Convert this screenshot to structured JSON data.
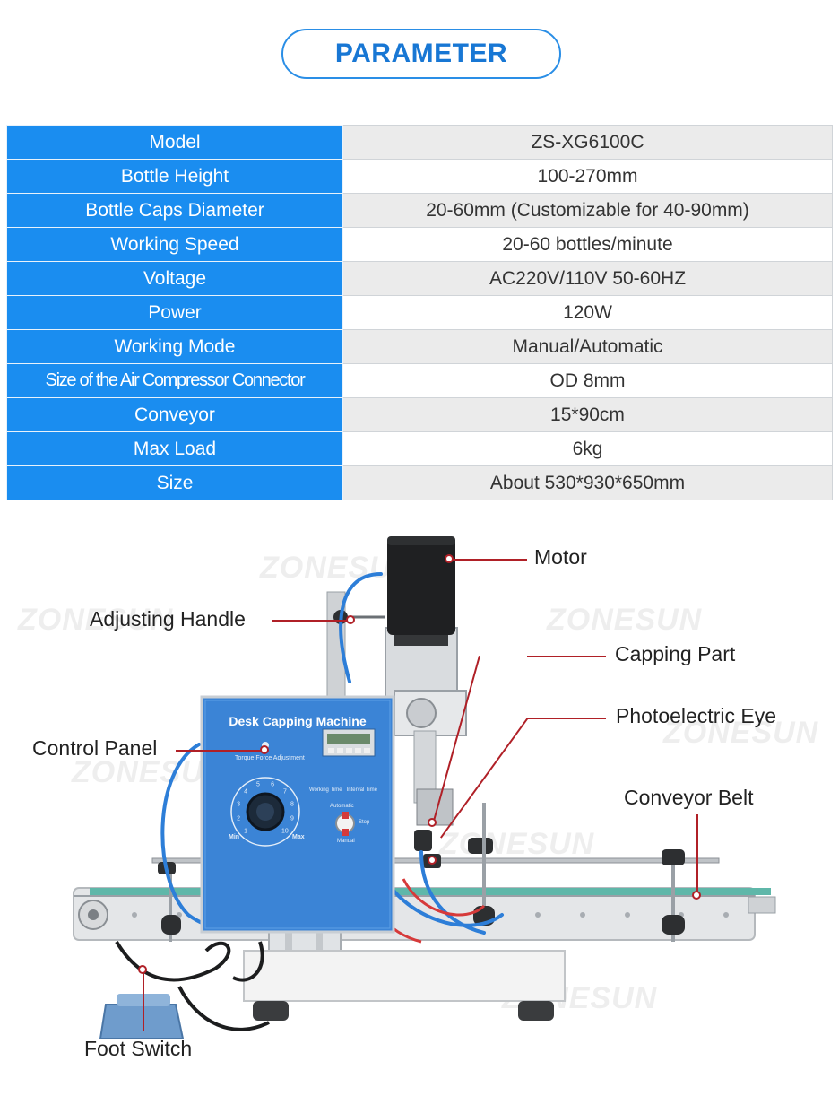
{
  "header": {
    "title": "PARAMETER"
  },
  "specs": [
    {
      "key": "Model",
      "value": "ZS-XG6100C"
    },
    {
      "key": "Bottle Height",
      "value": "100-270mm"
    },
    {
      "key": "Bottle Caps Diameter",
      "value": "20-60mm (Customizable for 40-90mm)"
    },
    {
      "key": "Working Speed",
      "value": "20-60 bottles/minute"
    },
    {
      "key": "Voltage",
      "value": "AC220V/110V 50-60HZ"
    },
    {
      "key": "Power",
      "value": "120W"
    },
    {
      "key": "Working Mode",
      "value": "Manual/Automatic"
    },
    {
      "key": "Size of the Air Compressor Connector",
      "value": "OD 8mm"
    },
    {
      "key": "Conveyor",
      "value": "15*90cm"
    },
    {
      "key": "Max Load",
      "value": "6kg"
    },
    {
      "key": "Size",
      "value": "About 530*930*650mm"
    }
  ],
  "callouts": {
    "motor": "Motor",
    "adjusting_handle": "Adjusting Handle",
    "capping_part": "Capping Part",
    "photoelectric_eye": "Photoelectric Eye",
    "control_panel": "Control Panel",
    "conveyor_belt": "Conveyor Belt",
    "foot_switch": "Foot Switch"
  },
  "panel": {
    "title": "Desk Capping Machine",
    "torque": "Torque Force Adjustment",
    "timers": "Working Time   Interval Time",
    "min": "Min",
    "max": "Max",
    "automatic": "Automatic",
    "stop": "Stop",
    "manual": "Manual",
    "dial": [
      "1",
      "2",
      "3",
      "4",
      "5",
      "6",
      "7",
      "8",
      "9",
      "10"
    ]
  },
  "watermark": "ZONESUN",
  "colors": {
    "accent": "#1a8df0",
    "title": "#1877d4",
    "leader": "#b02027"
  }
}
